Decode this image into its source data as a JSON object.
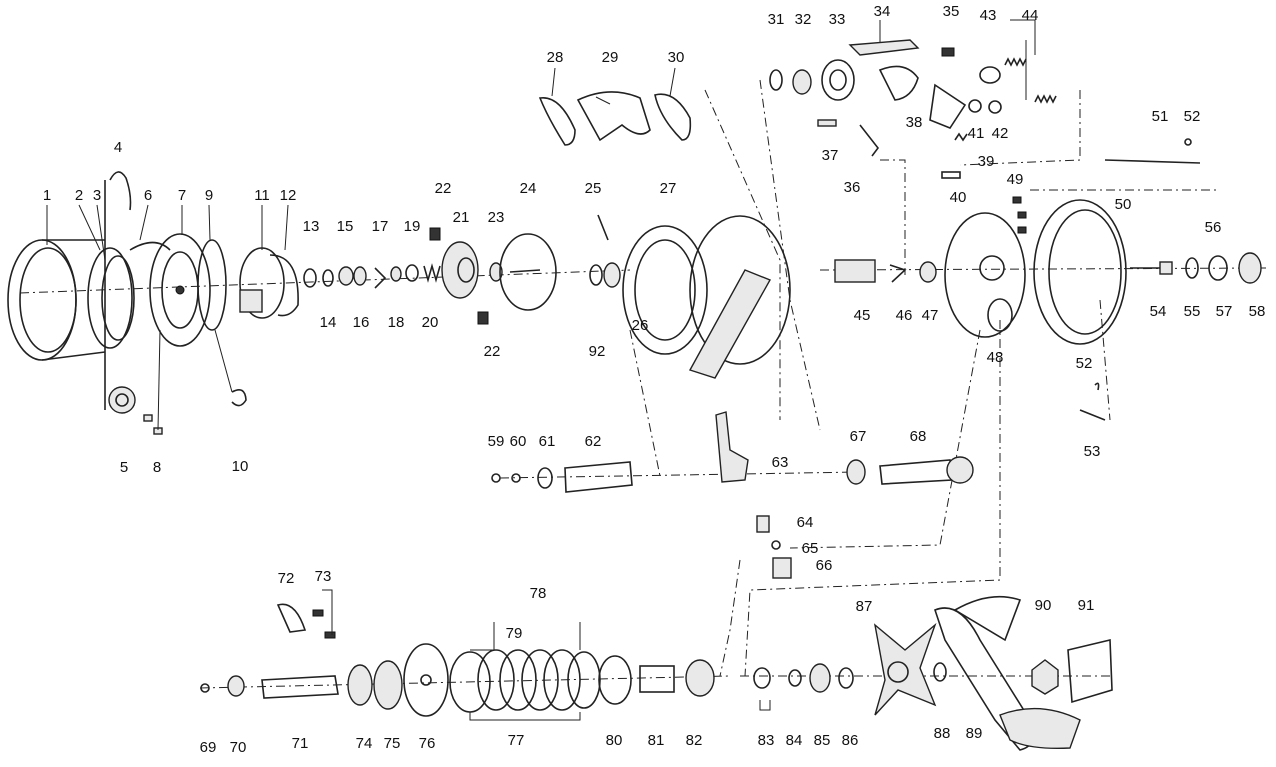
{
  "diagram": {
    "labels": [
      "1",
      "2",
      "3",
      "4",
      "5",
      "6",
      "7",
      "8",
      "9",
      "10",
      "11",
      "12",
      "13",
      "14",
      "15",
      "16",
      "17",
      "18",
      "19",
      "20",
      "21",
      "22",
      "22",
      "23",
      "24",
      "25",
      "26",
      "27",
      "28",
      "29",
      "30",
      "31",
      "32",
      "33",
      "34",
      "35",
      "36",
      "37",
      "38",
      "39",
      "40",
      "41",
      "42",
      "43",
      "44",
      "45",
      "46",
      "47",
      "48",
      "49",
      "50",
      "51",
      "52",
      "52",
      "53",
      "54",
      "55",
      "56",
      "57",
      "58",
      "59",
      "60",
      "61",
      "62",
      "63",
      "64",
      "65",
      "66",
      "67",
      "68",
      "69",
      "70",
      "71",
      "72",
      "73",
      "74",
      "75",
      "76",
      "77",
      "78",
      "79",
      "80",
      "81",
      "82",
      "83",
      "84",
      "85",
      "86",
      "87",
      "88",
      "89",
      "90",
      "91",
      "92"
    ]
  }
}
